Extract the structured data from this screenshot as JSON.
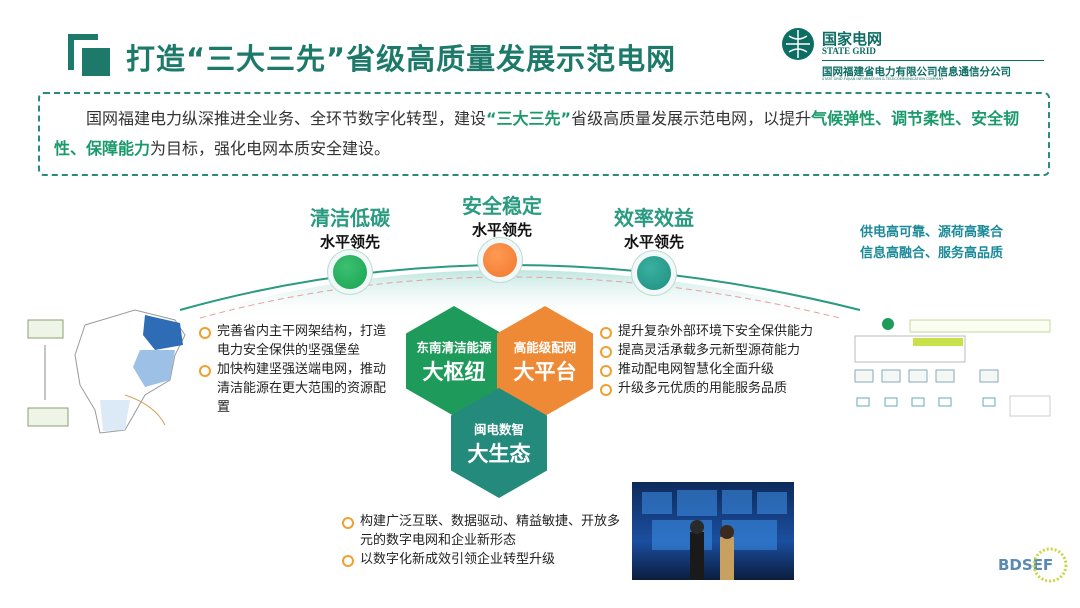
{
  "header": {
    "title": "打造“三大三先”省级高质量发展示范电网"
  },
  "logo": {
    "cn": "国家电网",
    "en": "STATE GRID",
    "company": "国网福建省电力有限公司信息通信分公司",
    "company_en": "STATE GRID FUJIAN INFORMATION & TELECOMMUNICATION COMPANY"
  },
  "intro": {
    "p1": "国网福建电力纵深推进全业务、全环节数字化转型，建设",
    "hl1": "“三大三先”",
    "p2": "省级高质量发展示范电网，以提升",
    "hl2": "气候弹性、调节柔性、安全韧性、保障能力",
    "p3": "为目标，强化电网本质安全建设。"
  },
  "pillars": [
    {
      "title": "清洁低碳",
      "sub": "水平领先",
      "color": "#17a352"
    },
    {
      "title": "安全稳定",
      "sub": "水平领先",
      "color": "#f0782a"
    },
    {
      "title": "效率效益",
      "sub": "水平领先",
      "color": "#1f8f80"
    }
  ],
  "right_text": [
    "供电高可靠、源荷高聚合",
    "信息高融合、服务高品质"
  ],
  "left_bullets": [
    "完善省内主干网架结构，打造电力安全保供的坚强堡垒",
    "加快构建坚强送端电网，推动清洁能源在更大范围的资源配置"
  ],
  "right_bullets": [
    "提升复杂外部环境下安全保供能力",
    "提高灵活承载多元新型源荷能力",
    "推动配电网智慧化全面升级",
    "升级多元优质的用能服务品质"
  ],
  "bottom_bullets": [
    "构建广泛互联、数据驱动、精益敏捷、开放多元的数字电网和企业新形态",
    "以数字化新成效引领企业转型升级"
  ],
  "hexes": [
    {
      "top": "东南清洁能源",
      "main": "大枢纽",
      "color": "#1e9a5a"
    },
    {
      "top": "高能级配网",
      "main": "大平台",
      "color": "#ee8a35"
    },
    {
      "top": "闽电数智",
      "main": "大生态",
      "color": "#248a7c"
    }
  ],
  "watermark": "BDSEF"
}
